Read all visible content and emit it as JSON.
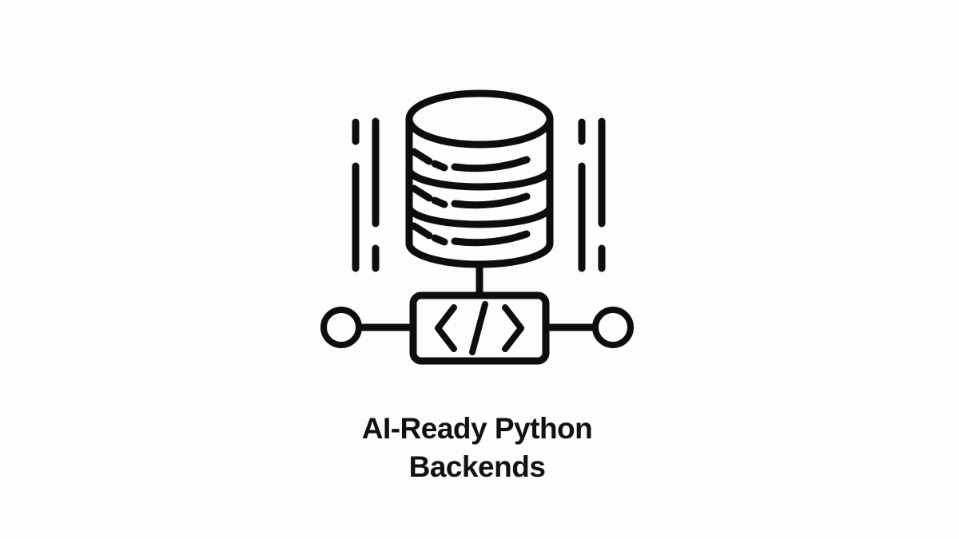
{
  "theme": {
    "bg": "#fdfdfd",
    "stroke": "#0d0d0d",
    "text": "#111111"
  },
  "illustration": {
    "icon": {
      "semantic": "database-connected-to-code-icon",
      "parts": [
        "database-cylinder-icon",
        "code-block-icon",
        "node-circle-left",
        "node-circle-right",
        "speed-lines-left",
        "speed-lines-right"
      ],
      "code_glyph": "</>"
    },
    "title": {
      "line1": "AI-Ready Python",
      "line2": "Backends"
    }
  }
}
